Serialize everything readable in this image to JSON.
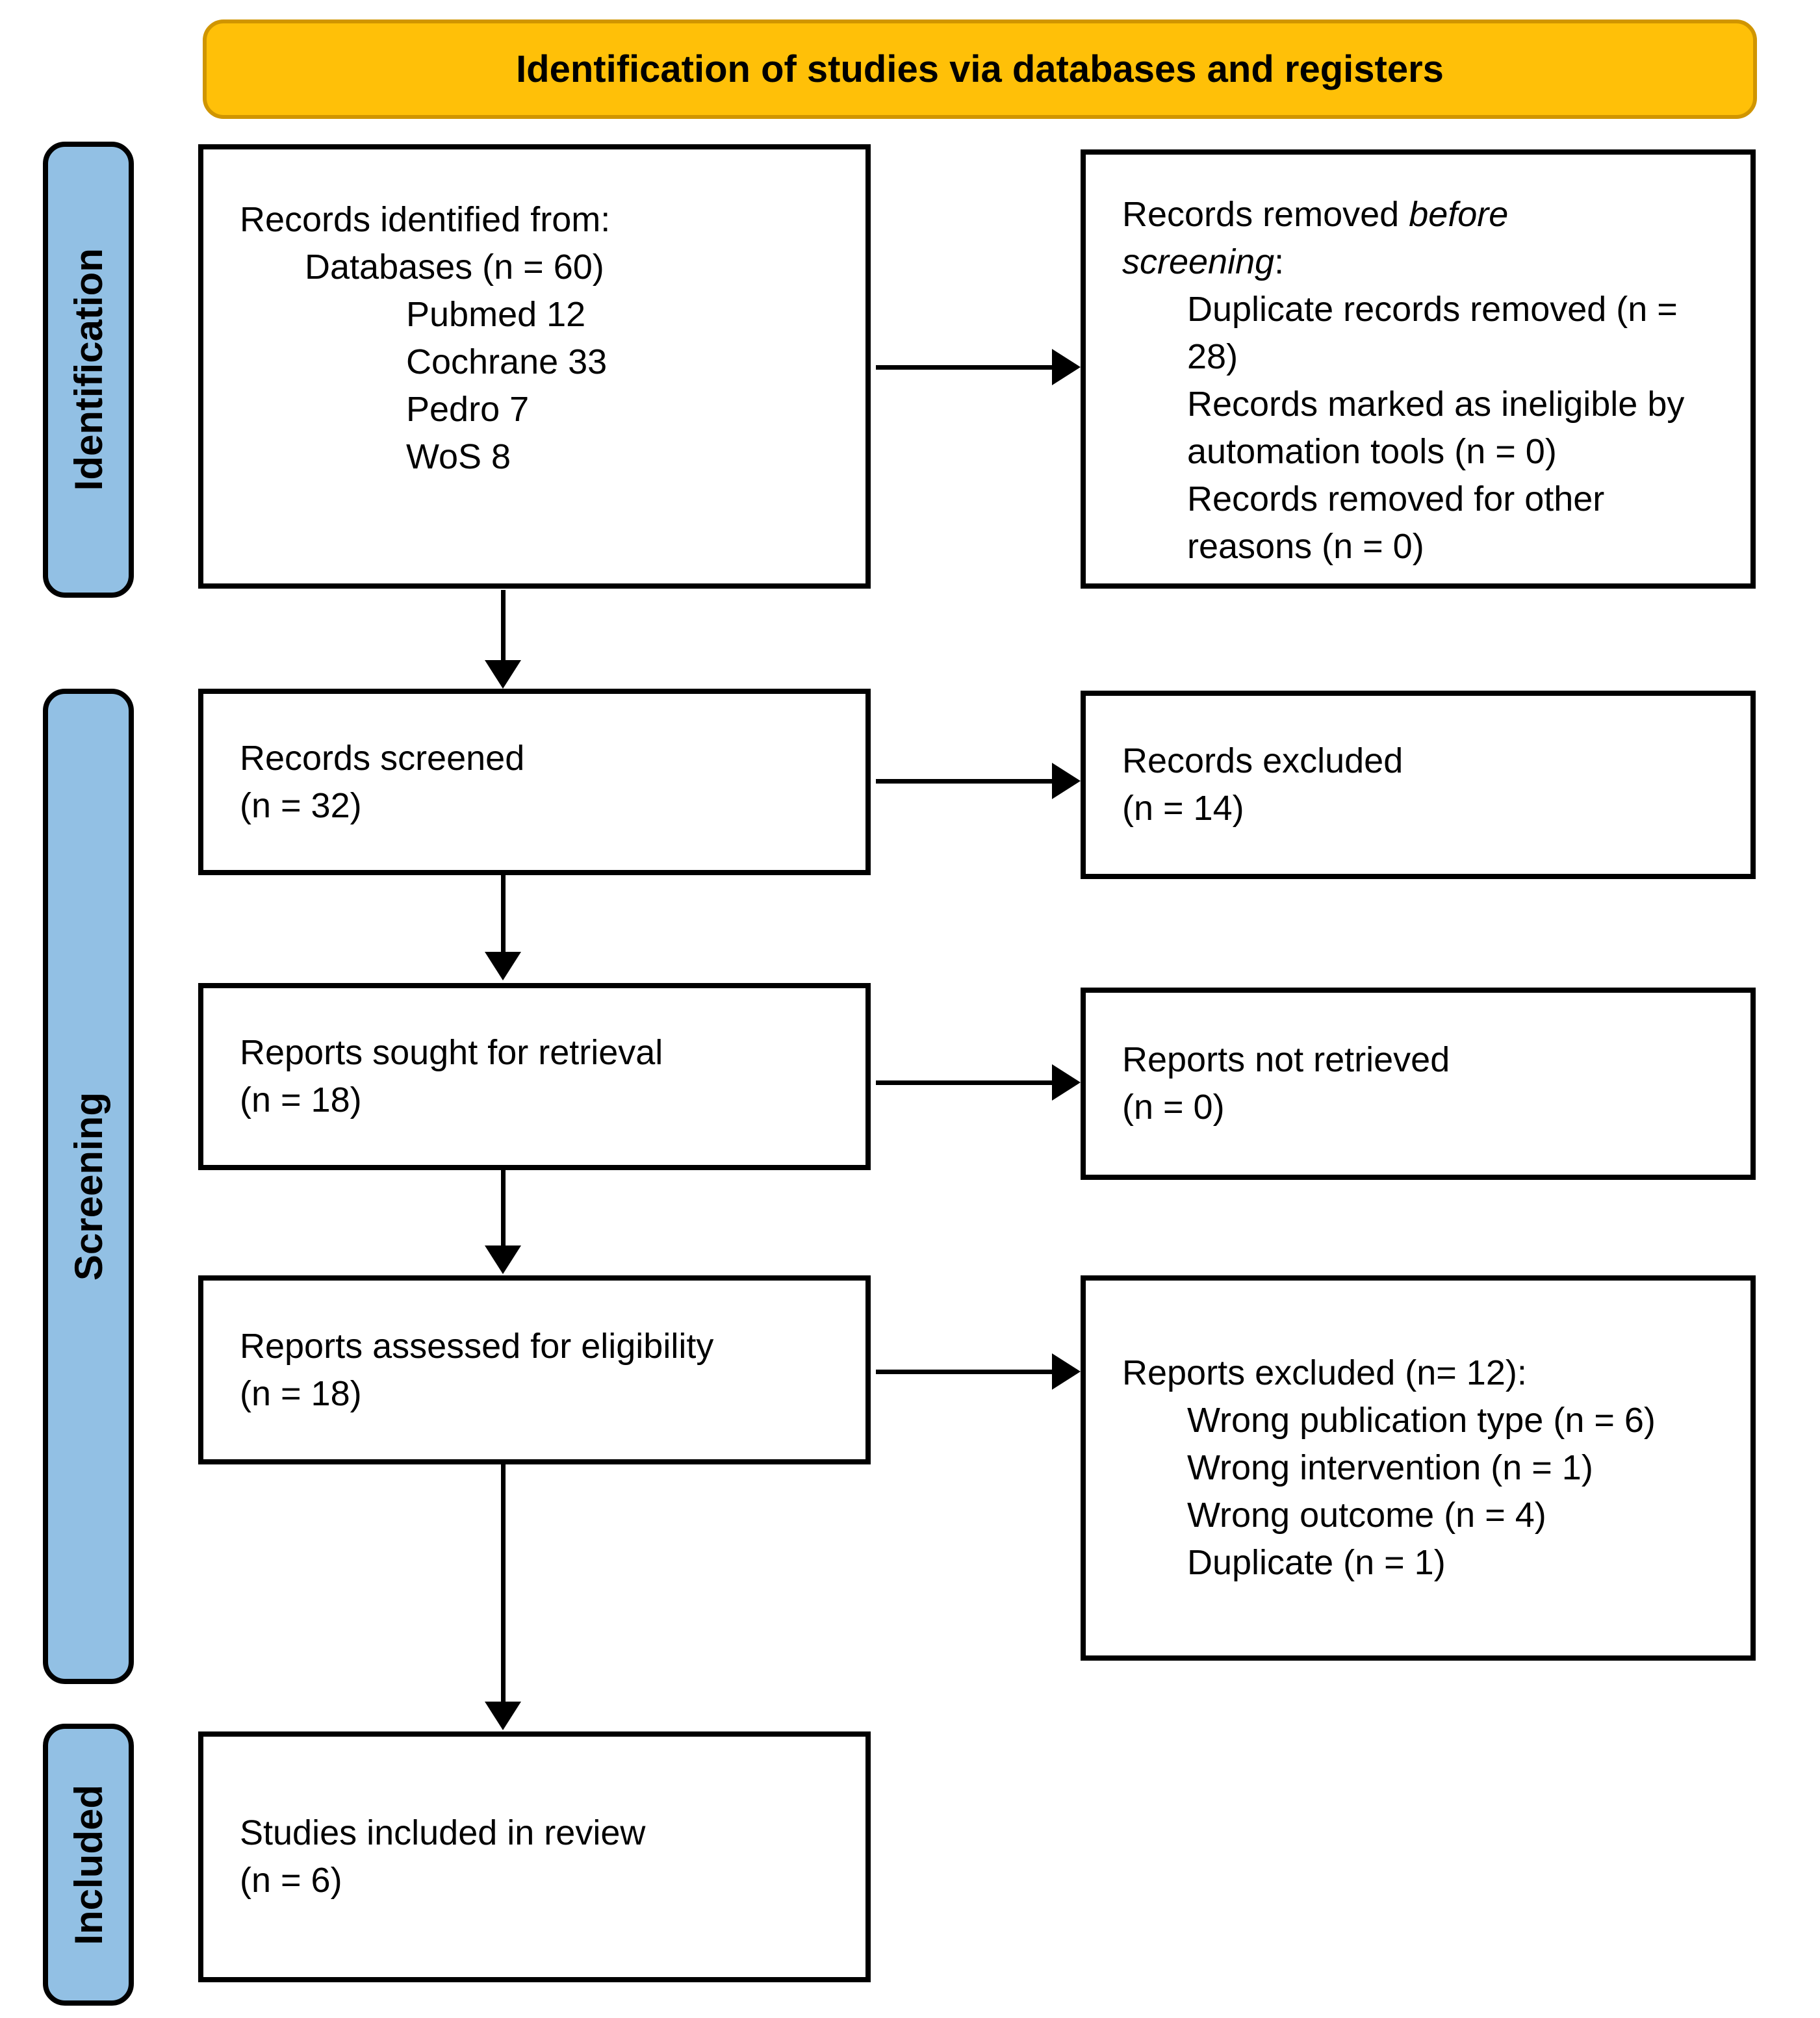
{
  "banner": {
    "title": "Identification of studies via databases and registers"
  },
  "colors": {
    "banner_bg": "#FFC008",
    "banner_border": "#D09500",
    "stage_label_bg": "#92C0E4",
    "box_border": "#000000",
    "box_bg": "#FFFFFF"
  },
  "stages": {
    "identification": "Identification",
    "screening": "Screening",
    "included": "Included"
  },
  "boxes": {
    "records_identified": {
      "title": "Records identified from:",
      "databases": "Databases (n = 60)",
      "sources": [
        "Pubmed 12",
        "Cochrane 33",
        "Pedro 7",
        "WoS 8"
      ]
    },
    "records_removed": {
      "header_regular": "Records removed",
      "header_italic": "before screening",
      "header_colon": ":",
      "items": [
        "Duplicate records removed (n = 28)",
        "Records marked as ineligible by automation tools (n = 0)",
        "Records removed for other reasons (n = 0)"
      ]
    },
    "records_screened": {
      "title": "Records screened",
      "count": "(n = 32)"
    },
    "records_excluded": {
      "title": "Records excluded",
      "count": "(n = 14)"
    },
    "reports_sought": {
      "title": "Reports sought for retrieval",
      "count": "(n = 18)"
    },
    "reports_not_retrieved": {
      "title": "Reports not retrieved",
      "count": "(n = 0)"
    },
    "reports_assessed": {
      "title": "Reports assessed for eligibility",
      "count": "(n = 18)"
    },
    "reports_excluded": {
      "header": "Reports excluded (n= 12):",
      "items": [
        "Wrong publication type (n = 6)",
        "Wrong intervention (n = 1)",
        "Wrong outcome (n = 4)",
        "Duplicate (n = 1)"
      ]
    },
    "studies_included": {
      "title": "Studies included in review",
      "count": "(n = 6)"
    }
  }
}
